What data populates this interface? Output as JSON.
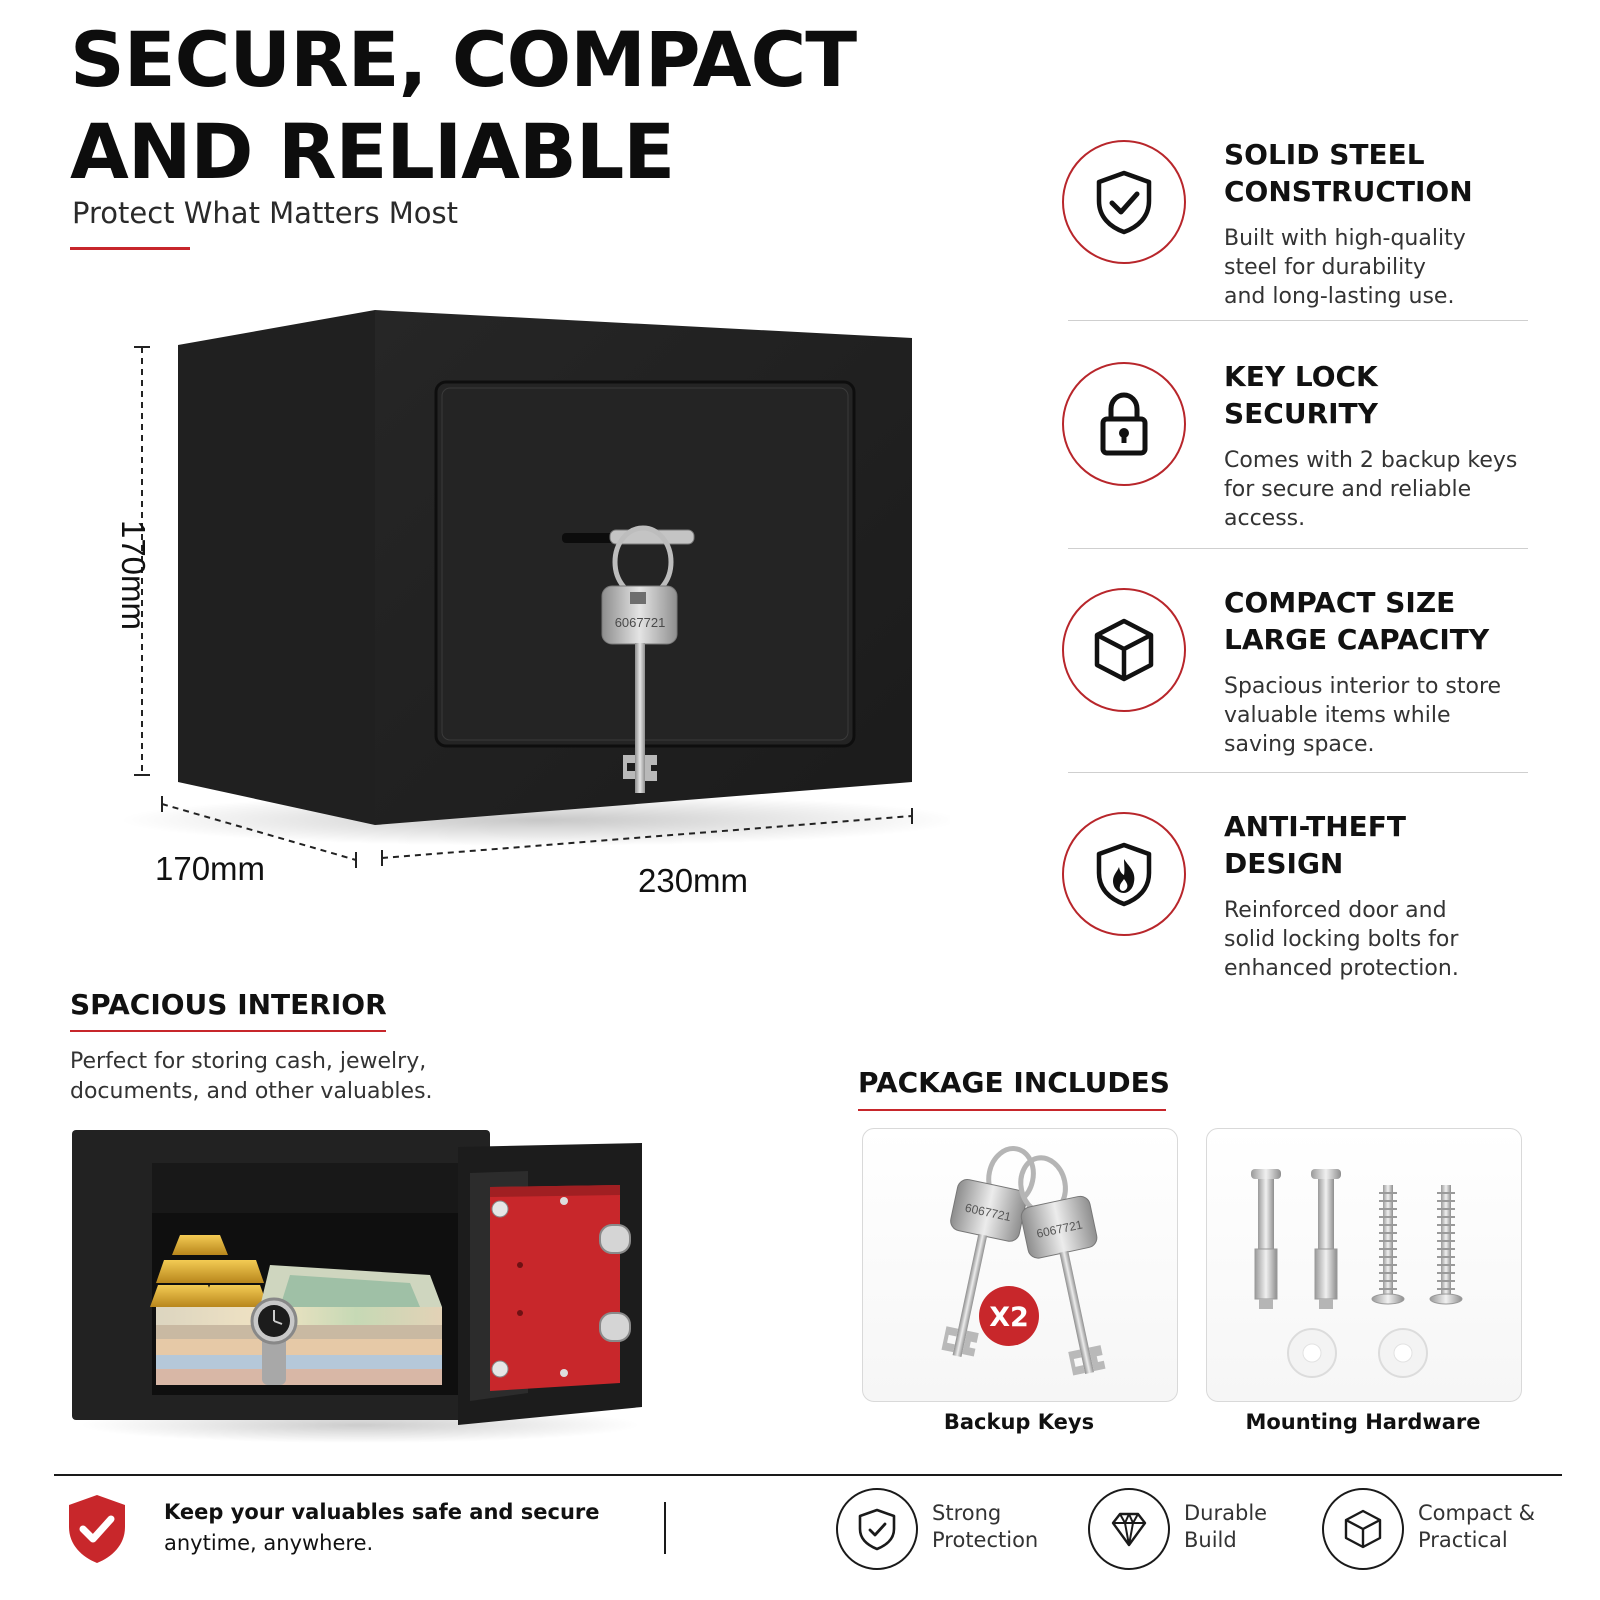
{
  "hero": {
    "title_line1": "SECURE, COMPACT",
    "title_line2": "AND RELIABLE",
    "subtitle": "Protect What Matters Most"
  },
  "dimensions": {
    "height": "170mm",
    "depth": "170mm",
    "width": "230mm",
    "key_number": "6067721"
  },
  "features": [
    {
      "title_line1": "SOLID STEEL",
      "title_line2": "CONSTRUCTION",
      "desc": [
        "Built with high-quality",
        "steel for durability",
        "and long-lasting use."
      ],
      "icon": "shield-check-icon"
    },
    {
      "title_line1": "KEY LOCK",
      "title_line2": "SECURITY",
      "desc": [
        "Comes with 2 backup keys",
        "for secure and reliable",
        "access."
      ],
      "icon": "padlock-icon"
    },
    {
      "title_line1": "COMPACT SIZE",
      "title_line2": "LARGE CAPACITY",
      "desc": [
        "Spacious interior to store",
        "valuable items while",
        "saving space."
      ],
      "icon": "cube-icon"
    },
    {
      "title_line1": "ANTI-THEFT",
      "title_line2": "DESIGN",
      "desc": [
        "Reinforced door and",
        "solid locking bolts for",
        "enhanced protection."
      ],
      "icon": "shield-flame-icon"
    }
  ],
  "interior": {
    "title": "SPACIOUS INTERIOR",
    "desc_line1": "Perfect for storing cash, jewelry,",
    "desc_line2": "documents, and other valuables."
  },
  "package": {
    "title": "PACKAGE INCLUDES",
    "items": [
      {
        "label": "Backup Keys",
        "badge": "X2",
        "key_number": "6067721"
      },
      {
        "label": "Mounting Hardware"
      }
    ]
  },
  "footer": {
    "tagline_line1": "Keep your valuables safe and secure",
    "tagline_line2": "anytime, anywhere.",
    "badges": [
      {
        "line1": "Strong",
        "line2": "Protection",
        "icon": "shield-check-icon"
      },
      {
        "line1": "Durable",
        "line2": "Build",
        "icon": "diamond-icon"
      },
      {
        "line1": "Compact &",
        "line2": "Practical",
        "icon": "cube-icon"
      }
    ]
  },
  "colors": {
    "accent_red": "#c7262b",
    "safe_black": "#1e1e1e",
    "lock_red": "#c8272b"
  }
}
